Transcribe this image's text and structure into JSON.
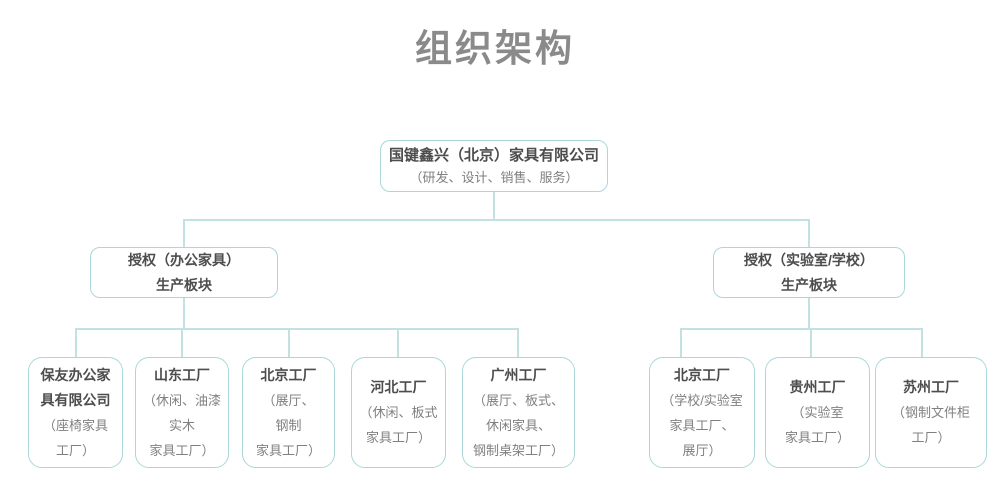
{
  "page": {
    "title": "组织架构"
  },
  "org_chart": {
    "root": {
      "name": "国键鑫兴（北京）家具有限公司",
      "sub": "（研发、设计、销售、服务）"
    },
    "divisions": [
      {
        "name": "授权（办公家具）\n生产板块"
      },
      {
        "name": "授权（实验室/学校）\n生产板块"
      }
    ],
    "factories": [
      {
        "name": "保友办公家\n具有限公司",
        "sub": "（座椅家具\n工厂）"
      },
      {
        "name": "山东工厂",
        "sub": "（休闲、油漆\n实木\n家具工厂）"
      },
      {
        "name": "北京工厂",
        "sub": "（展厅、\n钢制\n家具工厂）"
      },
      {
        "name": "河北工厂",
        "sub": "（休闲、板式\n家具工厂）"
      },
      {
        "name": "广州工厂",
        "sub": "（展厅、板式、\n休闲家具、\n钢制桌架工厂）"
      },
      {
        "name": "北京工厂",
        "sub": "（学校/实验室\n家具工厂、\n展厅）"
      },
      {
        "name": "贵州工厂",
        "sub": "（实验室\n家具工厂）"
      },
      {
        "name": "苏州工厂",
        "sub": "（钢制文件柜\n工厂）"
      }
    ],
    "colors": {
      "box_border": "#abd7db",
      "connector_line": "#c3e0e3",
      "name_text": "#4d4d4d",
      "sub_text": "#808080",
      "title_text": "#8a8a8a"
    }
  }
}
